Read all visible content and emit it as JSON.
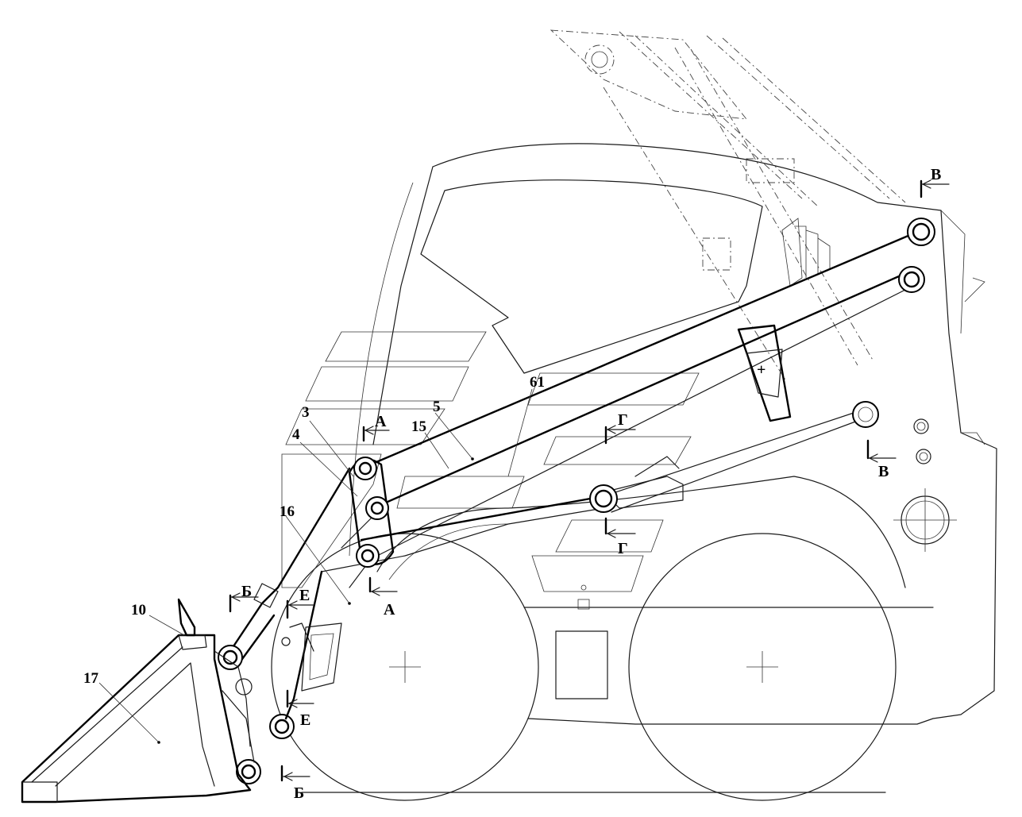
{
  "callouts": [
    {
      "id": "c3",
      "text": "3"
    },
    {
      "id": "c4",
      "text": "4"
    },
    {
      "id": "c5",
      "text": "5"
    },
    {
      "id": "c10",
      "text": "10"
    },
    {
      "id": "c15",
      "text": "15"
    },
    {
      "id": "c16",
      "text": "16"
    },
    {
      "id": "c17",
      "text": "17"
    },
    {
      "id": "c61",
      "text": "61"
    }
  ],
  "section_marks": {
    "a": "А",
    "b": "Б",
    "v": "В",
    "g": "Г",
    "e": "Е"
  },
  "colors": {
    "line": "#1a1a1a",
    "background": "#ffffff"
  }
}
